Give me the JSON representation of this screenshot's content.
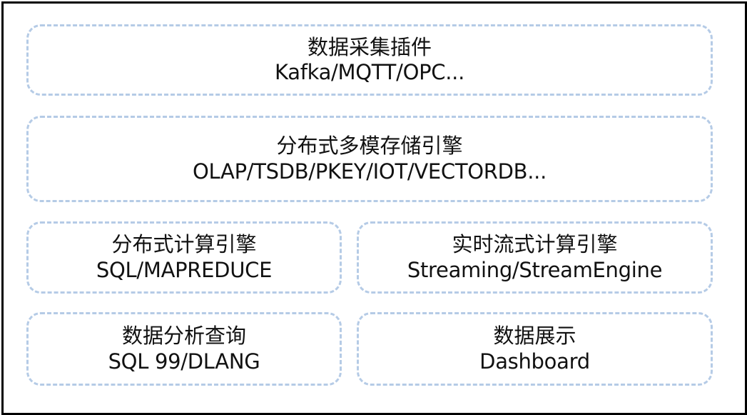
{
  "colors": {
    "frame_border": "#000000",
    "box_border": "#b5cbe6",
    "text": "#111111"
  },
  "boxes": [
    {
      "title": "数据采集插件",
      "subtitle": "Kafka/MQTT/OPC..."
    },
    {
      "title": "分布式多模存储引擎",
      "subtitle": "OLAP/TSDB/PKEY/IOT/VECTORDB..."
    },
    {
      "title": "分布式计算引擎",
      "subtitle": "SQL/MAPREDUCE"
    },
    {
      "title": "实时流式计算引擎",
      "subtitle": "Streaming/StreamEngine"
    },
    {
      "title": "数据分析查询",
      "subtitle": "SQL 99/DLANG"
    },
    {
      "title": "数据展示",
      "subtitle": "Dashboard"
    }
  ]
}
